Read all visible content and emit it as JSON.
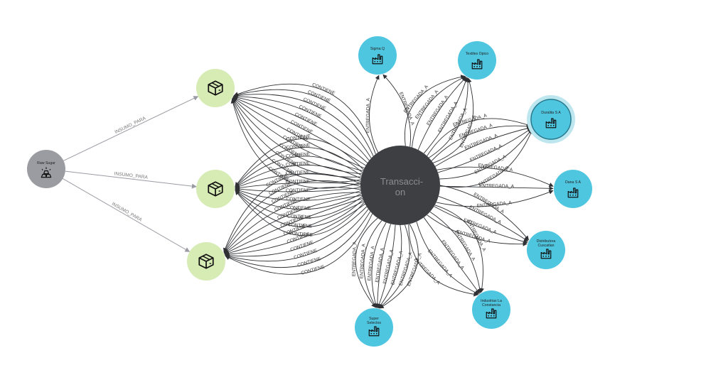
{
  "graph": {
    "hub": {
      "label_line1": "Transacci-",
      "label_line2": "on"
    },
    "source": {
      "label": "Raw Sugar",
      "icon": "gold-bars-icon"
    },
    "products": [
      {
        "icon": "package-box-icon"
      },
      {
        "icon": "package-box-icon"
      },
      {
        "icon": "package-box-icon"
      }
    ],
    "customers": [
      {
        "label_lines": [
          "Sigma Q"
        ],
        "icon": "factory-icon",
        "selected": false,
        "edge_count": 2
      },
      {
        "label_lines": [
          "Textiles Opico"
        ],
        "icon": "factory-icon",
        "selected": false,
        "edge_count": 6
      },
      {
        "label_lines": [
          "Duralita S A"
        ],
        "icon": "factory-icon",
        "selected": true,
        "edge_count": 6
      },
      {
        "label_lines": [
          "Dana S A"
        ],
        "icon": "factory-icon",
        "selected": false,
        "edge_count": 3
      },
      {
        "label_lines": [
          "Distributora",
          "Cuscatlan"
        ],
        "icon": "factory-icon",
        "selected": false,
        "edge_count": 4
      },
      {
        "label_lines": [
          "Industrias La",
          "Constancia"
        ],
        "icon": "factory-icon",
        "selected": false,
        "edge_count": 5
      },
      {
        "label_lines": [
          "Super",
          "Selectos"
        ],
        "icon": "factory-icon",
        "selected": false,
        "edge_count": 8
      }
    ],
    "edge_labels": {
      "insumo": "INSUMO_PARA",
      "contiene": "CONTIENE",
      "entregada": "ENTREGADA_A"
    },
    "contiene_counts": [
      12,
      12,
      12
    ],
    "colors": {
      "hub": "#3d3f43",
      "source": "#9a9ca1",
      "product": "#d7ebb4",
      "customer": "#4fc6e0",
      "selected_ring": "#bde6ef",
      "edge": "#2e3033",
      "insumo_edge": "#9a9ca3"
    }
  }
}
